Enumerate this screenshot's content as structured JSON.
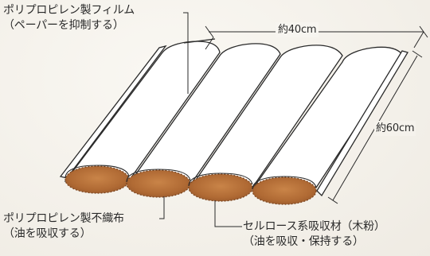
{
  "labels": {
    "film_line1": "ポリプロピレン製フィルム",
    "film_line2": "（ペーパーを抑制する）",
    "nonwoven_line1": "ポリプロピレン製不織布",
    "nonwoven_line2": "（油を吸収する）",
    "absorber_line1": "セルロース系吸収材（木粉）",
    "absorber_line2": "（油を吸収・保持する）"
  },
  "dimensions": {
    "width": "約40cm",
    "length": "約60cm"
  },
  "colors": {
    "absorber_fill": "#b5703a",
    "absorber_dots": "#8a4a22",
    "film_fill": "#ffffff",
    "outline": "#2a2a2a"
  }
}
